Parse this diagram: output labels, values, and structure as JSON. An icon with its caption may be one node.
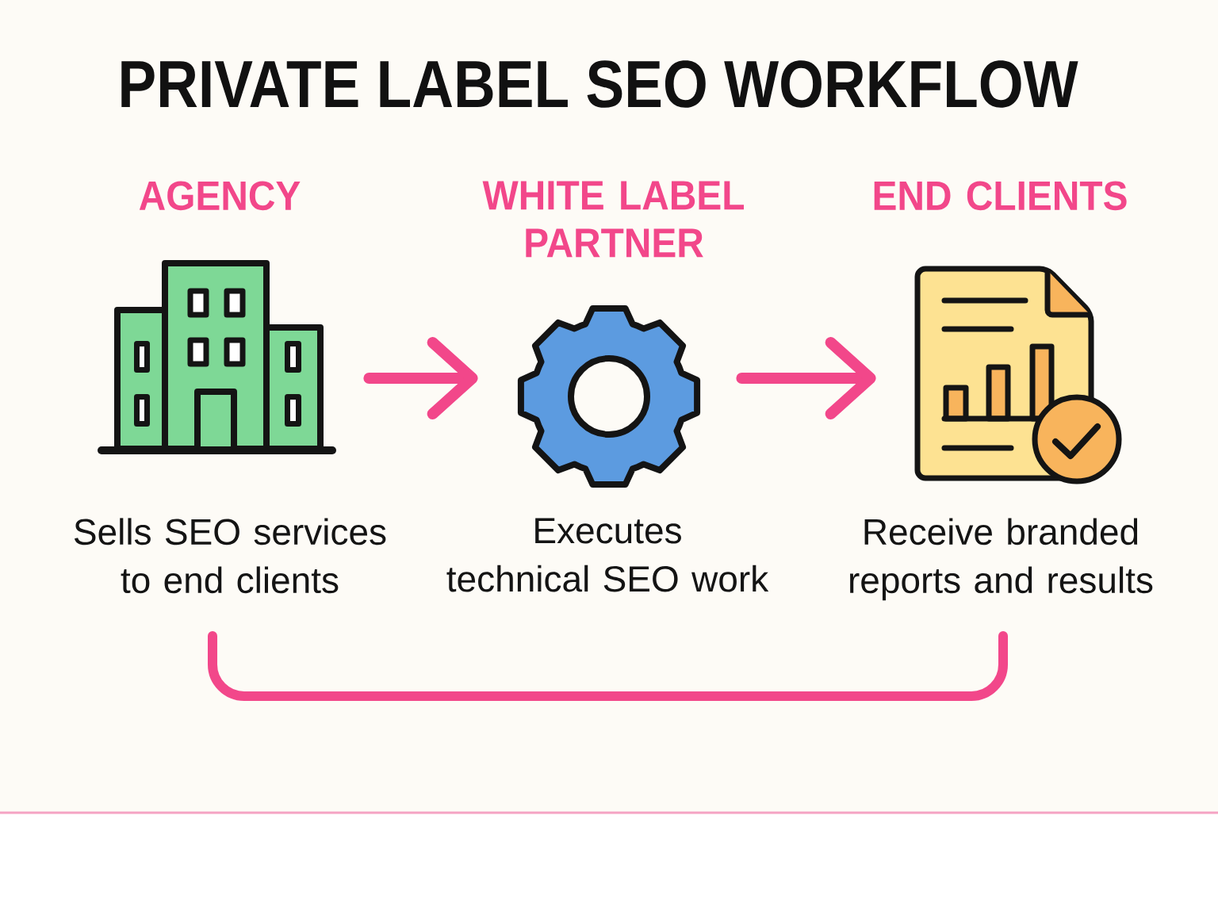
{
  "diagram": {
    "title": "PRIVATE LABEL SEO WORKFLOW",
    "nodes": [
      {
        "text": [
          "AGENCY"
        ],
        "beside": [
          "Sells SEO services to end clients"
        ]
      },
      {
        "text": [
          "WHITE LABEL PARTNER"
        ],
        "beside": [
          "Executes technical SEO work"
        ]
      },
      {
        "text": [
          "END CLIENTS"
        ],
        "beside": [
          "Receive branded reports and results"
        ]
      }
    ],
    "edges": [
      {
        "from": 0,
        "to": 1,
        "arrow": "to"
      },
      {
        "from": 1,
        "to": 2,
        "arrow": "to"
      }
    ]
  }
}
